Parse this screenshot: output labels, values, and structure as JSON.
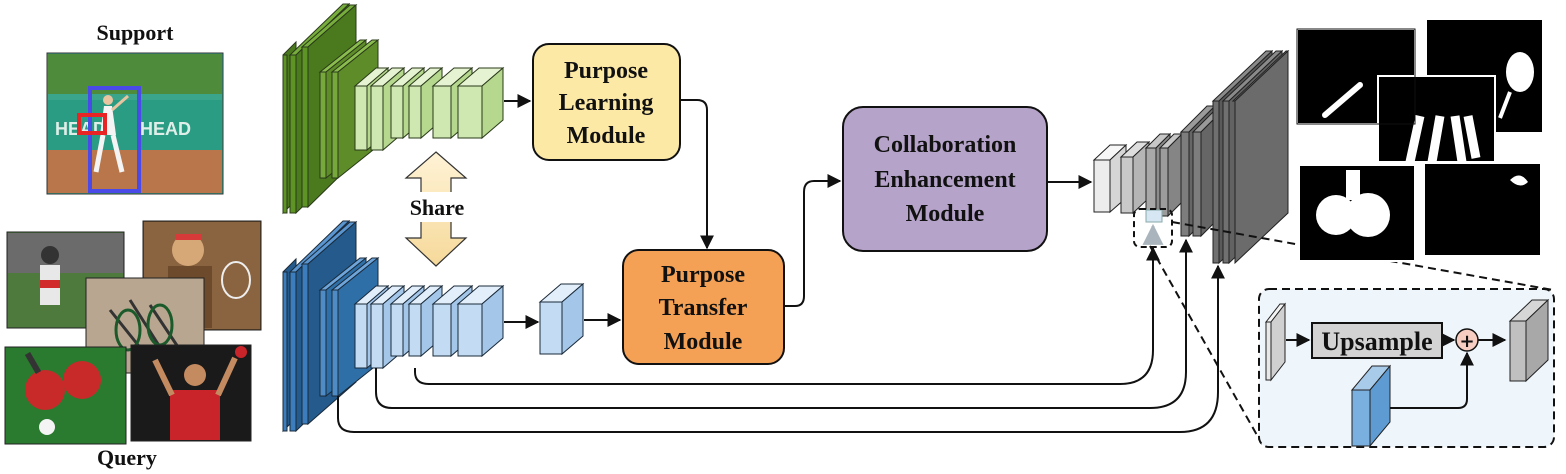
{
  "labels": {
    "support": "Support",
    "query": "Query",
    "share": "Share"
  },
  "modules": {
    "purpose_learning": [
      "Purpose",
      "Learning",
      "Module"
    ],
    "purpose_transfer": [
      "Purpose",
      "Transfer",
      "Module"
    ],
    "collaboration_enhancement": [
      "Collaboration",
      "Enhancement",
      "Module"
    ]
  },
  "inset": {
    "upsample": "Upsample",
    "add_symbol": "+"
  },
  "colors": {
    "support_encoder": "#5a8a2a",
    "support_encoder_light": "#cfe7b0",
    "query_encoder": "#2f6fa8",
    "query_encoder_light": "#c4dcf3",
    "purpose_learning_fill": "#fde9a6",
    "purpose_transfer_fill": "#f5a155",
    "collaboration_fill": "#b5a3c9",
    "decoder_gray": "#6b6b6b",
    "inset_fill": "#eef5fb"
  }
}
